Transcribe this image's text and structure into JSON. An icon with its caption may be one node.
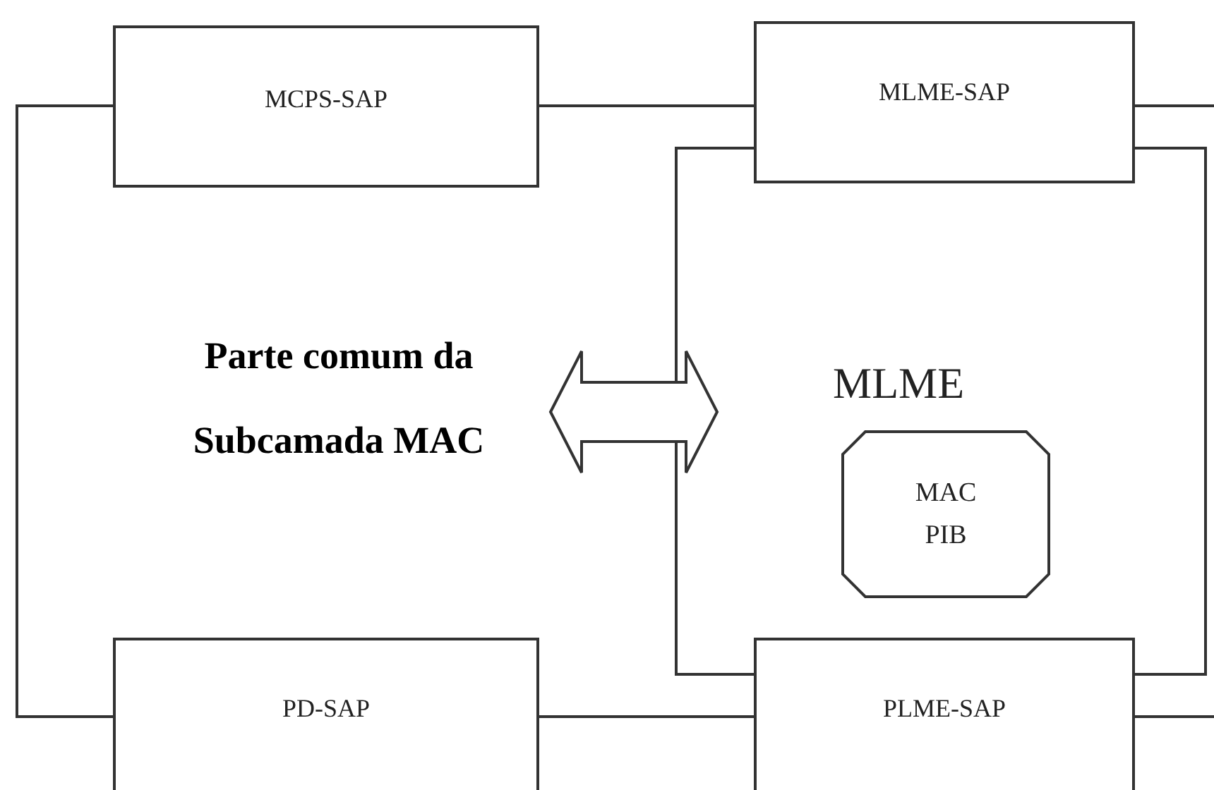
{
  "diagram": {
    "nodes": [
      {
        "text": [
          "MCPS-SAP"
        ]
      },
      {
        "text": [
          "MLME-SAP"
        ]
      },
      {
        "text": [
          "Parte comum da Subcamada MAC"
        ]
      },
      {
        "text": [
          "MLME"
        ]
      },
      {
        "text": [
          "MAC PIB"
        ],
        "in": 3
      },
      {
        "text": [
          "PD-SAP"
        ]
      },
      {
        "text": [
          "PLME-SAP"
        ]
      }
    ],
    "edges": [
      {
        "from": 0,
        "to": 1,
        "arrow": "none"
      },
      {
        "from": 0,
        "to": 5,
        "arrow": "none"
      },
      {
        "from": 5,
        "to": 6,
        "arrow": "none"
      },
      {
        "from": 1,
        "to": null,
        "arrow": "none"
      },
      {
        "from": 6,
        "to": null,
        "arrow": "none"
      },
      {
        "from": 2,
        "to": 3,
        "arrow": "both"
      }
    ]
  }
}
